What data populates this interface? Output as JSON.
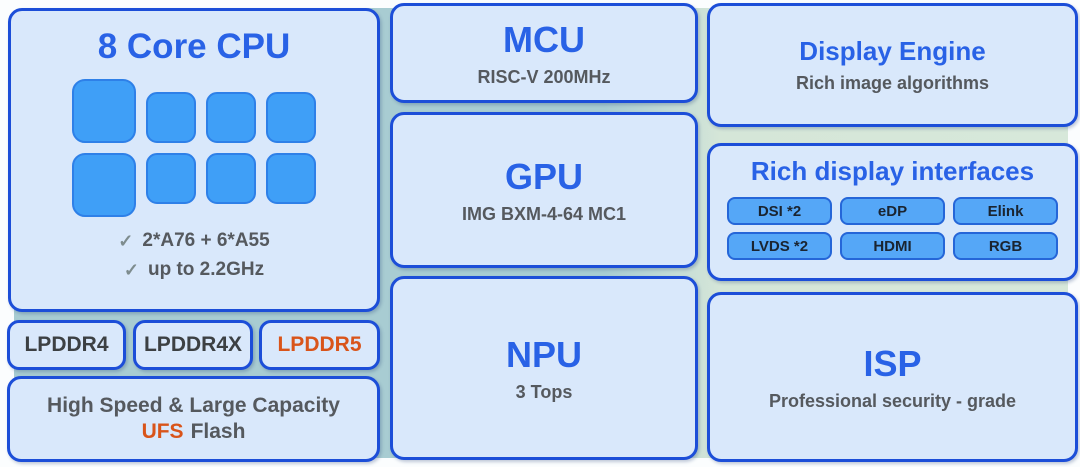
{
  "palette": {
    "block_fill": "#d9e8fb",
    "block_border": "#1c4ed8",
    "title_blue": "#2962e6",
    "text_gray": "#55595e",
    "text_dark": "#3c4043",
    "accent_orange": "#d9541a",
    "core_fill": "#3f9ff7",
    "chip_fill": "#55a7f7",
    "chip_text": "#1a2430",
    "gutter_teal": "#a8ccd2",
    "gutter_green": "#d5e6d8"
  },
  "cpu": {
    "title": "8 Core CPU",
    "check_glyph": "✓",
    "features": [
      "2*A76 + 6*A55",
      "up to 2.2GHz"
    ]
  },
  "memory": {
    "items": [
      {
        "label": "LPDDR4",
        "highlight": false
      },
      {
        "label": "LPDDR4X",
        "highlight": false
      },
      {
        "label": "LPDDR5",
        "highlight": true
      }
    ]
  },
  "storage": {
    "line1": "High Speed & Large Capacity",
    "accent": "UFS",
    "rest": "Flash"
  },
  "mcu": {
    "title": "MCU",
    "subtitle": "RISC-V 200MHz"
  },
  "gpu": {
    "title": "GPU",
    "subtitle": "IMG BXM-4-64 MC1"
  },
  "npu": {
    "title": "NPU",
    "subtitle": "3 Tops"
  },
  "display_engine": {
    "title": "Display Engine",
    "subtitle": "Rich image algorithms"
  },
  "display_interfaces": {
    "title": "Rich display interfaces",
    "chips": [
      "DSI *2",
      "eDP",
      "Elink",
      "LVDS *2",
      "HDMI",
      "RGB"
    ]
  },
  "isp": {
    "title": "ISP",
    "subtitle": "Professional security - grade"
  }
}
